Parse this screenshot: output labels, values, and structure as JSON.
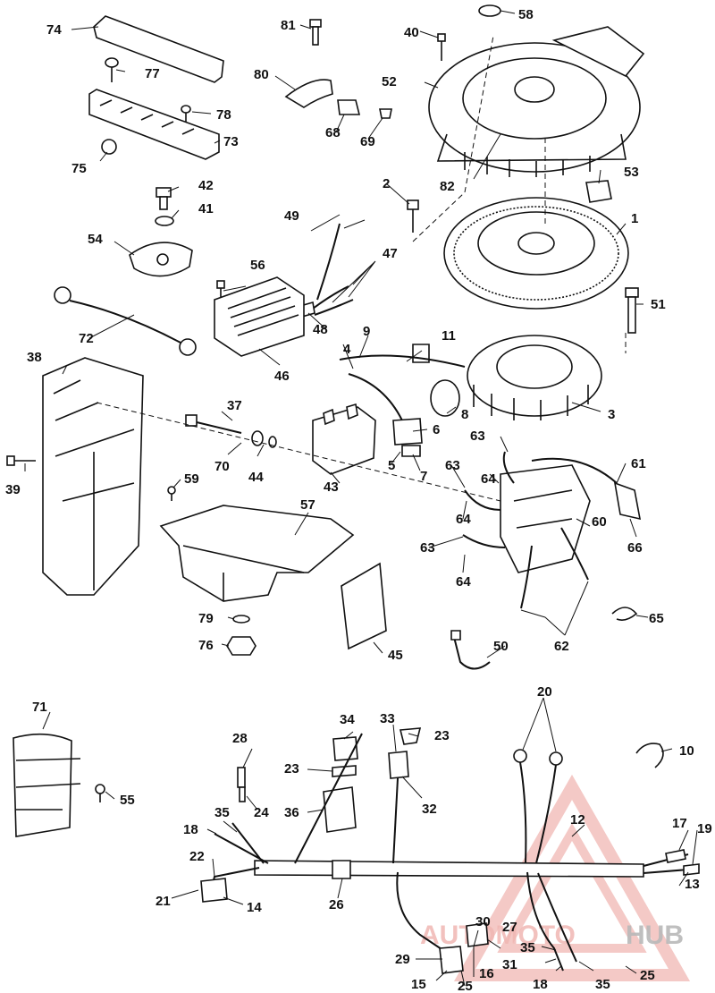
{
  "watermark": {
    "brand_left": "AUTOMOTO",
    "brand_right": "HUB",
    "color_accent": "#f0b7b3",
    "color_dark": "#b9b9b9"
  },
  "colors": {
    "line": "#111111",
    "background": "#ffffff"
  },
  "callouts": [
    {
      "id": "1",
      "label": "1"
    },
    {
      "id": "2",
      "label": "2"
    },
    {
      "id": "3",
      "label": "3"
    },
    {
      "id": "4",
      "label": "4"
    },
    {
      "id": "5",
      "label": "5"
    },
    {
      "id": "6",
      "label": "6"
    },
    {
      "id": "7",
      "label": "7"
    },
    {
      "id": "8",
      "label": "8"
    },
    {
      "id": "9",
      "label": "9"
    },
    {
      "id": "10",
      "label": "10"
    },
    {
      "id": "11",
      "label": "11"
    },
    {
      "id": "12",
      "label": "12"
    },
    {
      "id": "13",
      "label": "13"
    },
    {
      "id": "14",
      "label": "14"
    },
    {
      "id": "15",
      "label": "15"
    },
    {
      "id": "16",
      "label": "16"
    },
    {
      "id": "17",
      "label": "17"
    },
    {
      "id": "18a",
      "label": "18"
    },
    {
      "id": "18b",
      "label": "18"
    },
    {
      "id": "19",
      "label": "19"
    },
    {
      "id": "20",
      "label": "20"
    },
    {
      "id": "21",
      "label": "21"
    },
    {
      "id": "22",
      "label": "22"
    },
    {
      "id": "23a",
      "label": "23"
    },
    {
      "id": "23b",
      "label": "23"
    },
    {
      "id": "24",
      "label": "24"
    },
    {
      "id": "25a",
      "label": "25"
    },
    {
      "id": "25b",
      "label": "25"
    },
    {
      "id": "26",
      "label": "26"
    },
    {
      "id": "27",
      "label": "27"
    },
    {
      "id": "28",
      "label": "28"
    },
    {
      "id": "29",
      "label": "29"
    },
    {
      "id": "30",
      "label": "30"
    },
    {
      "id": "31",
      "label": "31"
    },
    {
      "id": "32",
      "label": "32"
    },
    {
      "id": "33",
      "label": "33"
    },
    {
      "id": "34",
      "label": "34"
    },
    {
      "id": "35a",
      "label": "35"
    },
    {
      "id": "35b",
      "label": "35"
    },
    {
      "id": "35c",
      "label": "35"
    },
    {
      "id": "36",
      "label": "36"
    },
    {
      "id": "37",
      "label": "37"
    },
    {
      "id": "38",
      "label": "38"
    },
    {
      "id": "39",
      "label": "39"
    },
    {
      "id": "40",
      "label": "40"
    },
    {
      "id": "41",
      "label": "41"
    },
    {
      "id": "42",
      "label": "42"
    },
    {
      "id": "43",
      "label": "43"
    },
    {
      "id": "44",
      "label": "44"
    },
    {
      "id": "45",
      "label": "45"
    },
    {
      "id": "46",
      "label": "46"
    },
    {
      "id": "47",
      "label": "47"
    },
    {
      "id": "48",
      "label": "48"
    },
    {
      "id": "49",
      "label": "49"
    },
    {
      "id": "50",
      "label": "50"
    },
    {
      "id": "51",
      "label": "51"
    },
    {
      "id": "52",
      "label": "52"
    },
    {
      "id": "53",
      "label": "53"
    },
    {
      "id": "54",
      "label": "54"
    },
    {
      "id": "55",
      "label": "55"
    },
    {
      "id": "56",
      "label": "56"
    },
    {
      "id": "57",
      "label": "57"
    },
    {
      "id": "58",
      "label": "58"
    },
    {
      "id": "59",
      "label": "59"
    },
    {
      "id": "60",
      "label": "60"
    },
    {
      "id": "61",
      "label": "61"
    },
    {
      "id": "62",
      "label": "62"
    },
    {
      "id": "63a",
      "label": "63"
    },
    {
      "id": "63b",
      "label": "63"
    },
    {
      "id": "63c",
      "label": "63"
    },
    {
      "id": "64a",
      "label": "64"
    },
    {
      "id": "64b",
      "label": "64"
    },
    {
      "id": "64c",
      "label": "64"
    },
    {
      "id": "65",
      "label": "65"
    },
    {
      "id": "66",
      "label": "66"
    },
    {
      "id": "68",
      "label": "68"
    },
    {
      "id": "69",
      "label": "69"
    },
    {
      "id": "70",
      "label": "70"
    },
    {
      "id": "71",
      "label": "71"
    },
    {
      "id": "72",
      "label": "72"
    },
    {
      "id": "73",
      "label": "73"
    },
    {
      "id": "74",
      "label": "74"
    },
    {
      "id": "75",
      "label": "75"
    },
    {
      "id": "76",
      "label": "76"
    },
    {
      "id": "77",
      "label": "77"
    },
    {
      "id": "78",
      "label": "78"
    },
    {
      "id": "79",
      "label": "79"
    },
    {
      "id": "80",
      "label": "80"
    },
    {
      "id": "81",
      "label": "81"
    },
    {
      "id": "82",
      "label": "82"
    }
  ]
}
